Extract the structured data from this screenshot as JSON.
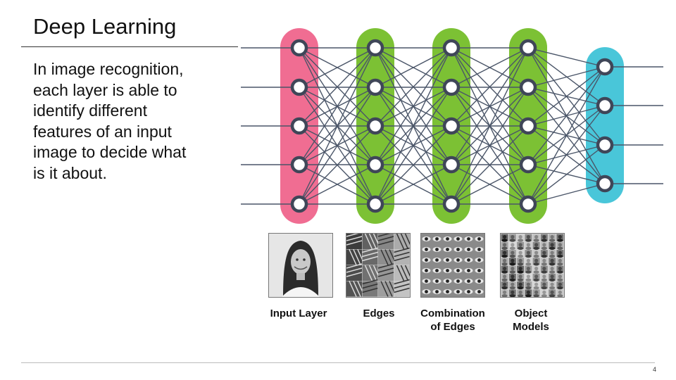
{
  "slide": {
    "title": "Deep Learning",
    "body_lines": [
      "In image recognition,",
      "each layer is able to",
      "identify different",
      "features of an input",
      "image to decide what",
      "is it about."
    ],
    "page_number": "4"
  },
  "network": {
    "layers": [
      {
        "nodes": 5,
        "color": "#f06d92"
      },
      {
        "nodes": 5,
        "color": "#7cc134"
      },
      {
        "nodes": 5,
        "color": "#7cc134"
      },
      {
        "nodes": 5,
        "color": "#7cc134"
      },
      {
        "nodes": 4,
        "color": "#49c6d9"
      }
    ],
    "edge_color": "#4a5568",
    "node_ring_color": "#3f4658"
  },
  "examples": [
    {
      "caption": [
        "Input Layer"
      ],
      "image": "portrait-of-smiling-woman"
    },
    {
      "caption": [
        "Edges"
      ],
      "image": "grid-of-edge-patches"
    },
    {
      "caption": [
        "Combination",
        "of Edges"
      ],
      "image": "grid-of-eye-and-face-parts"
    },
    {
      "caption": [
        "Object",
        "Models"
      ],
      "image": "grid-of-face-portraits"
    }
  ]
}
